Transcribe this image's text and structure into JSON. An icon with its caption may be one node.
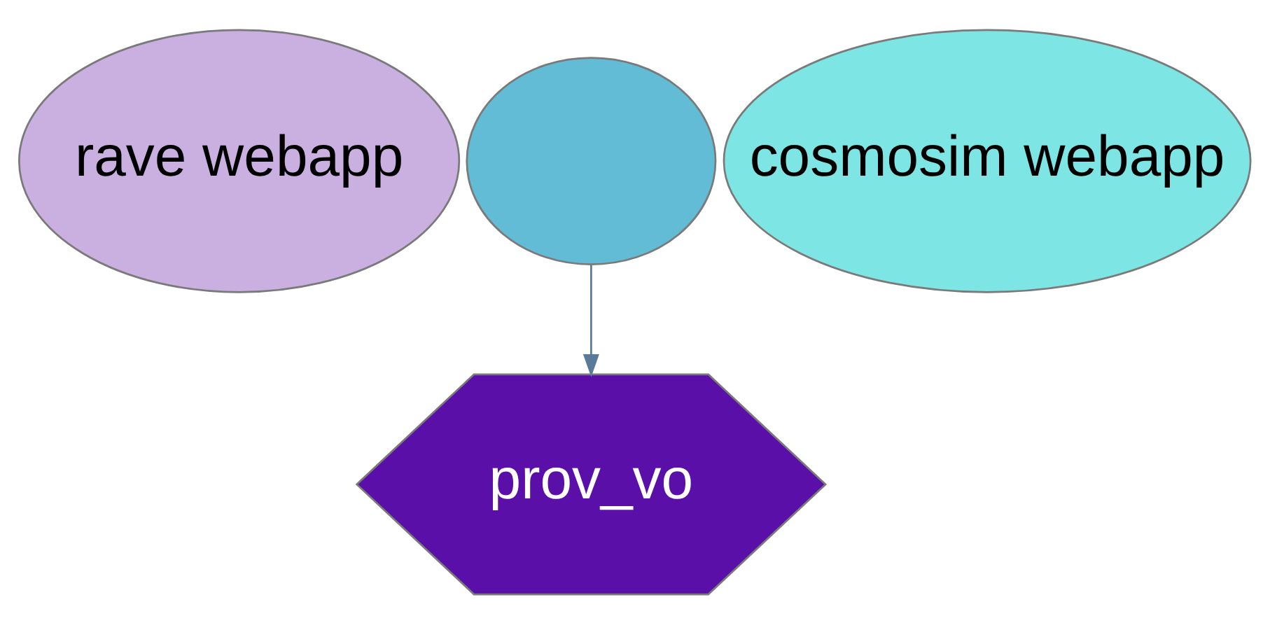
{
  "diagram": {
    "nodes": [
      {
        "text": [
          "rave webapp"
        ]
      },
      {
        "text": [
          "cosmosim webapp"
        ]
      },
      {
        "text": [],
        "shape": "ellipse"
      },
      {
        "text": [
          "prov_vo"
        ]
      }
    ],
    "edges": [
      {
        "from": 2,
        "to": 3,
        "arrow": "to"
      }
    ]
  }
}
